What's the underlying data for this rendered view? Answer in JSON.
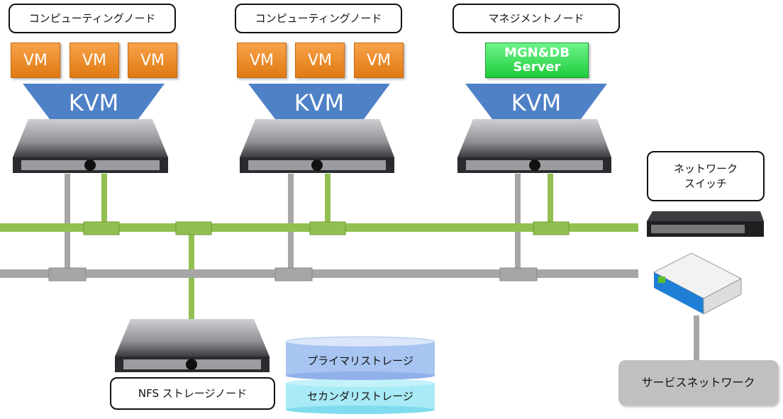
{
  "nodes": [
    {
      "label": "コンピューティングノード",
      "vms": [
        "VM",
        "VM",
        "VM"
      ],
      "hypervisor": "KVM"
    },
    {
      "label": "コンピューティングノード",
      "vms": [
        "VM",
        "VM",
        "VM"
      ],
      "hypervisor": "KVM"
    },
    {
      "label": "マネジメントノード",
      "server_app": "MGN&DB\nServer",
      "hypervisor": "KVM"
    }
  ],
  "storage_node": {
    "label": "NFS ストレージノード"
  },
  "storage": {
    "primary": "プライマリストレージ",
    "secondary": "セカンダリストレージ"
  },
  "network_switch": {
    "label": "ネットワーク\nスイッチ"
  },
  "service_network": {
    "label": "サービスネットワーク"
  },
  "colors": {
    "green_line": "#92c050",
    "gray_line": "#a6a6a6",
    "vm": "#f08c28",
    "kvm": "#4f81c7",
    "mgn": "#2ad84a"
  }
}
